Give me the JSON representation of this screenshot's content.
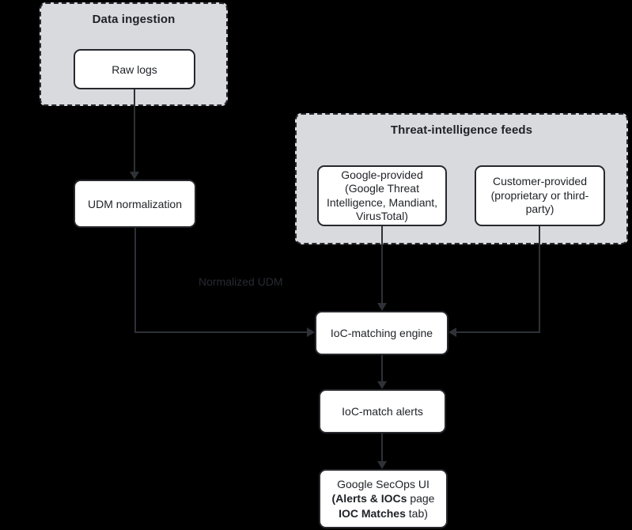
{
  "diagram": {
    "background": "#000000",
    "colors": {
      "container_fill": "#d9dade",
      "node_fill": "#ffffff",
      "stroke": "#26282d",
      "arrow": "#2e3136",
      "text": "#1f2126",
      "edge_label_text": "#272a31"
    },
    "containers": {
      "data_ingestion": {
        "title": "Data ingestion"
      },
      "threat_feeds": {
        "title": "Threat-intelligence feeds"
      }
    },
    "nodes": {
      "raw_logs": {
        "label": "Raw logs"
      },
      "udm_normalization": {
        "label": "UDM normalization"
      },
      "google_provided": {
        "lines": [
          "Google-provided",
          "(Google Threat",
          "Intelligence, Mandiant,",
          "VirusTotal)"
        ]
      },
      "customer_provided": {
        "lines": [
          "Customer-provided",
          "(proprietary or third-",
          "party)"
        ]
      },
      "ioc_matching_engine": {
        "label": "IoC-matching engine"
      },
      "ioc_match_alerts": {
        "label": "IoC-match alerts"
      },
      "secops_ui": {
        "line1": "Google SecOps UI",
        "line2_open": "(",
        "line2_bold": "Alerts & IOCs",
        "line2_rest": " page",
        "line3_bold": "IOC Matches",
        "line3_rest": " tab)"
      }
    },
    "edge_label": "Normalized UDM"
  }
}
